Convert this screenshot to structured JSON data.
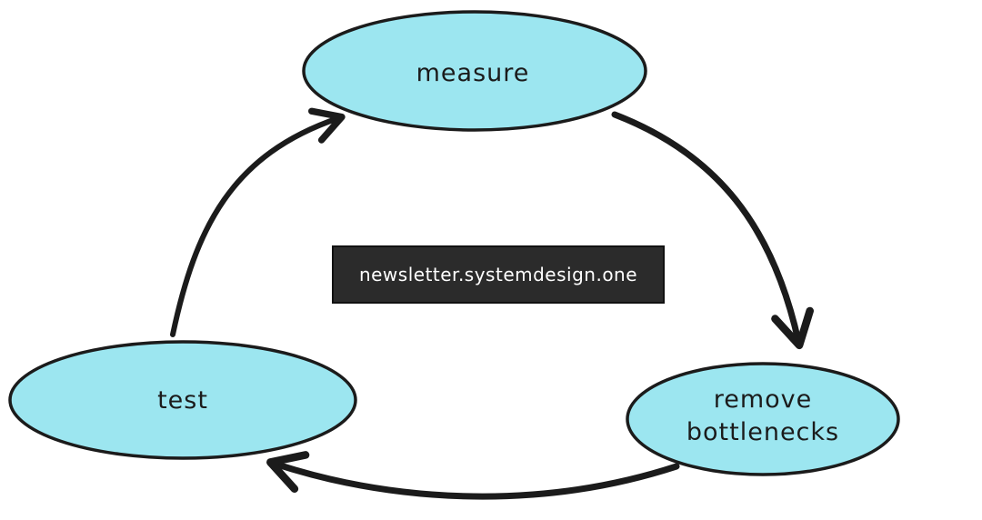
{
  "nodes": {
    "measure": "measure",
    "test": "test",
    "remove_line1": "remove",
    "remove_line2": "bottlenecks"
  },
  "watermark": "newsletter.systemdesign.one",
  "colors": {
    "node_fill": "#9ce6f0",
    "stroke": "#1b1b1b",
    "banner": "#2b2b2b"
  }
}
